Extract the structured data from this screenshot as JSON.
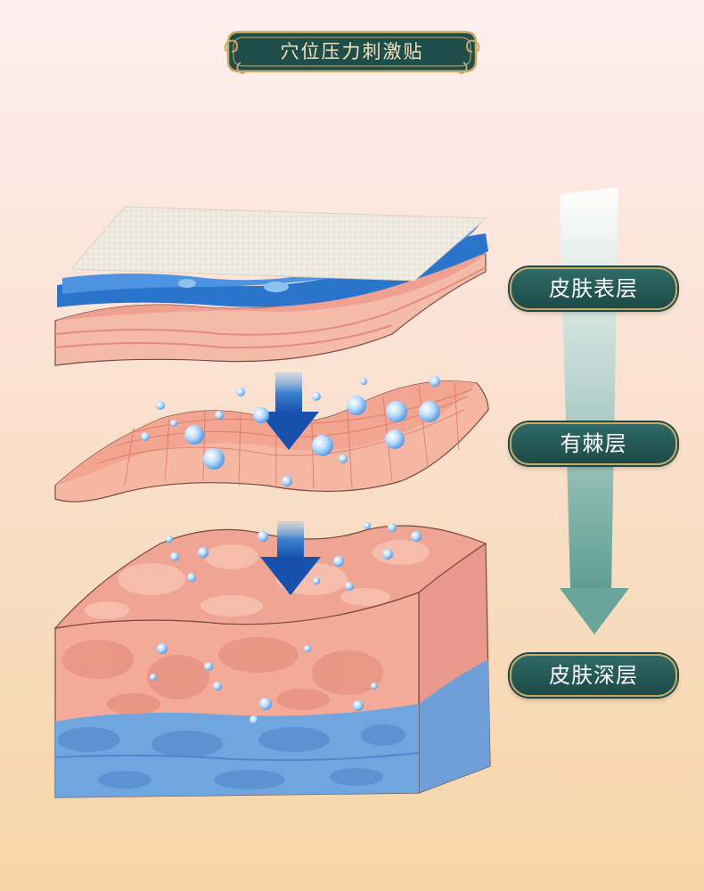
{
  "title": "穴位压力刺激贴",
  "layers": [
    {
      "id": "epidermis",
      "label": "皮肤表层"
    },
    {
      "id": "spinous",
      "label": "有棘层"
    },
    {
      "id": "dermis",
      "label": "皮肤深层"
    }
  ],
  "colors": {
    "banner": "#1f4d4a",
    "gold": "#c9a866",
    "skin_pink": "#f2a598",
    "skin_dark": "#e8877a",
    "deep_blue": "#5b9bd4",
    "arrow_blue": "#1b5fb8",
    "depth_arrow": "#6aa59b"
  }
}
